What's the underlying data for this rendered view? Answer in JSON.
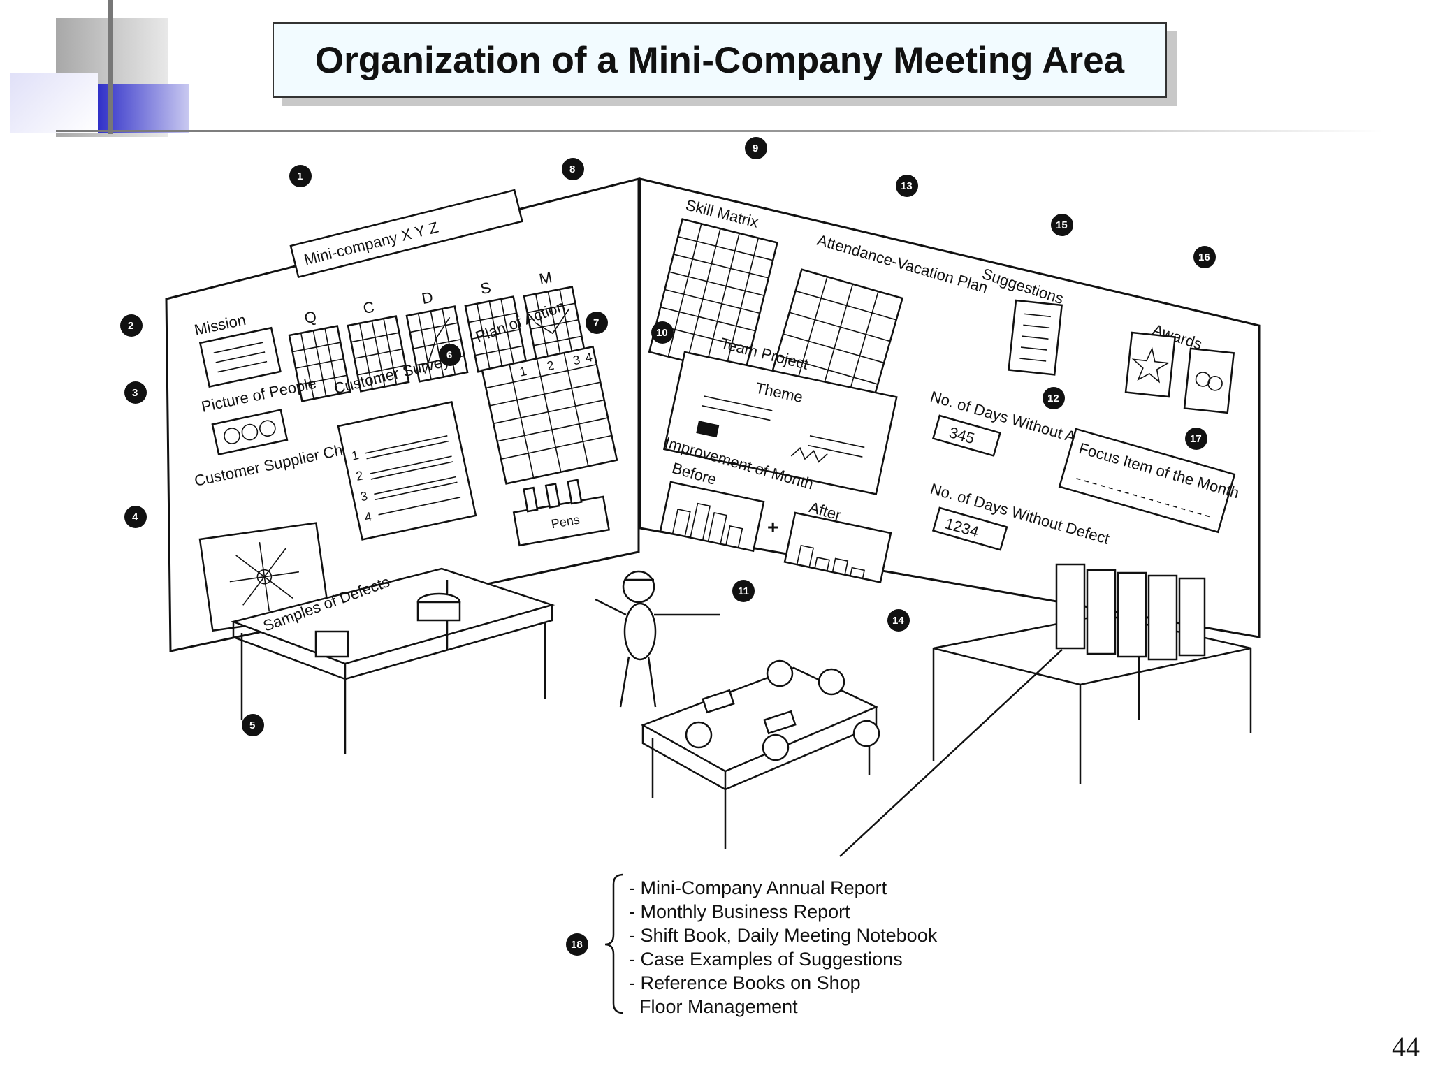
{
  "title": "Organization of a Mini-Company Meeting Area",
  "page_number": "44",
  "diagram": {
    "sign": "Mini-company X Y Z",
    "qcdsm": [
      "Q",
      "C",
      "D",
      "S",
      "M"
    ],
    "mission": "Mission",
    "picture_of_people": "Picture of People",
    "customer_supplier_chart": "Customer Supplier Chart",
    "customer_survey": "Customer Survey",
    "plan_of_action": "Plan of Action",
    "plan_columns": [
      "1",
      "2",
      "3",
      "4"
    ],
    "survey_rows": [
      "1",
      "2",
      "3",
      "4"
    ],
    "pens": "Pens",
    "samples_of_defects": "Samples of Defects",
    "skill_matrix": "Skill Matrix",
    "attendance": "Attendance-Vacation Plan",
    "suggestions": "Suggestions",
    "awards": "Awards",
    "team_project": "Team Project",
    "theme": "Theme",
    "improvement_of_month": "Improvement of Month",
    "before": "Before",
    "after": "After",
    "days_without_accident": "No. of Days Without Accident",
    "accident_count": "345",
    "days_without_defect": "No. of Days Without Defect",
    "defect_count": "1234",
    "focus_item": "Focus Item of the Month",
    "callouts": [
      "1",
      "2",
      "3",
      "4",
      "5",
      "6",
      "7",
      "8",
      "9",
      "10",
      "11",
      "12",
      "13",
      "14",
      "15",
      "16",
      "17",
      "18"
    ],
    "documents": [
      "- Mini-Company Annual Report",
      "- Monthly Business Report",
      "- Shift Book, Daily Meeting Notebook",
      "- Case Examples of Suggestions",
      "- Reference Books on Shop",
      "  Floor Management"
    ]
  }
}
